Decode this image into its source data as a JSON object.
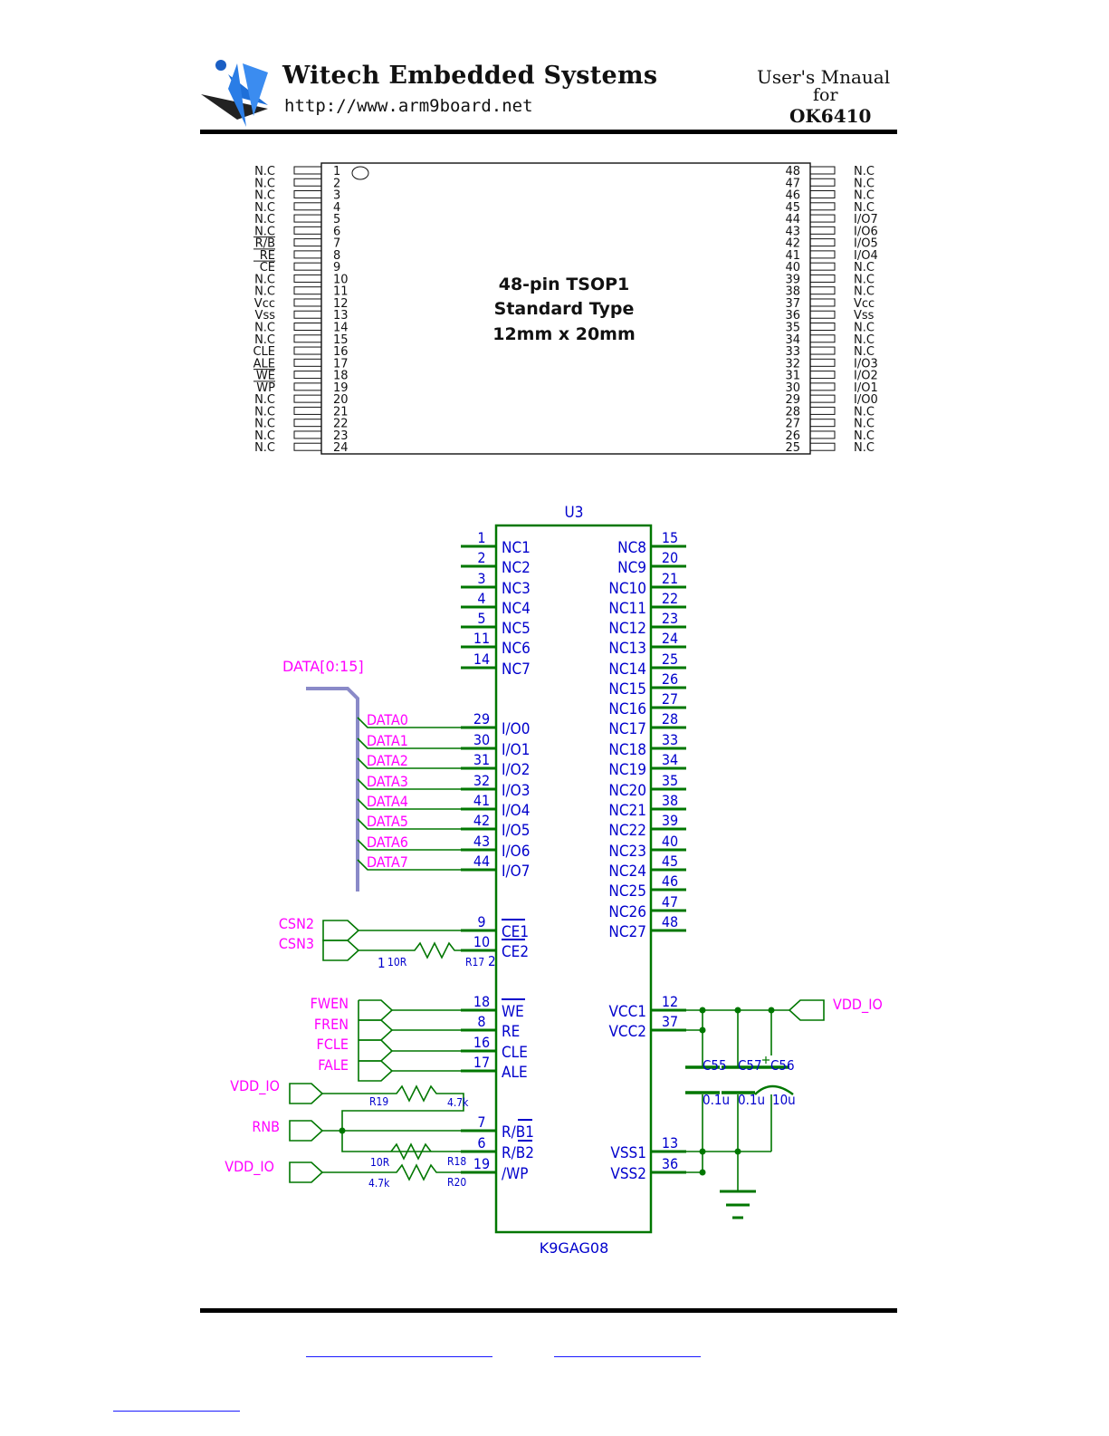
{
  "header": {
    "company": "Witech Embedded Systems",
    "url": "http://www.arm9board.net",
    "manual_line1": "User's Mnaual",
    "manual_line2": "for",
    "product": "OK6410"
  },
  "colors": {
    "schematic_wire": "#007700",
    "schematic_text": "#0000cc",
    "net_label": "#ff00ff",
    "bus": "#8a8ac8"
  },
  "tsop": {
    "package": "48-pin TSOP1",
    "type": "Standard Type",
    "size": "12mm x 20mm",
    "left_pins": [
      {
        "num": "1",
        "name": "N.C"
      },
      {
        "num": "2",
        "name": "N.C"
      },
      {
        "num": "3",
        "name": "N.C"
      },
      {
        "num": "4",
        "name": "N.C"
      },
      {
        "num": "5",
        "name": "N.C"
      },
      {
        "num": "6",
        "name": "N.C"
      },
      {
        "num": "7",
        "name": "R/B"
      },
      {
        "num": "8",
        "name": "RE"
      },
      {
        "num": "9",
        "name": "CE"
      },
      {
        "num": "10",
        "name": "N.C"
      },
      {
        "num": "11",
        "name": "N.C"
      },
      {
        "num": "12",
        "name": "Vcc"
      },
      {
        "num": "13",
        "name": "Vss"
      },
      {
        "num": "14",
        "name": "N.C"
      },
      {
        "num": "15",
        "name": "N.C"
      },
      {
        "num": "16",
        "name": "CLE"
      },
      {
        "num": "17",
        "name": "ALE"
      },
      {
        "num": "18",
        "name": "WE"
      },
      {
        "num": "19",
        "name": "WP"
      },
      {
        "num": "20",
        "name": "N.C"
      },
      {
        "num": "21",
        "name": "N.C"
      },
      {
        "num": "22",
        "name": "N.C"
      },
      {
        "num": "23",
        "name": "N.C"
      },
      {
        "num": "24",
        "name": "N.C"
      }
    ],
    "right_pins": [
      {
        "num": "48",
        "name": "N.C"
      },
      {
        "num": "47",
        "name": "N.C"
      },
      {
        "num": "46",
        "name": "N.C"
      },
      {
        "num": "45",
        "name": "N.C"
      },
      {
        "num": "44",
        "name": "I/O7"
      },
      {
        "num": "43",
        "name": "I/O6"
      },
      {
        "num": "42",
        "name": "I/O5"
      },
      {
        "num": "41",
        "name": "I/O4"
      },
      {
        "num": "40",
        "name": "N.C"
      },
      {
        "num": "39",
        "name": "N.C"
      },
      {
        "num": "38",
        "name": "N.C"
      },
      {
        "num": "37",
        "name": "Vcc"
      },
      {
        "num": "36",
        "name": "Vss"
      },
      {
        "num": "35",
        "name": "N.C"
      },
      {
        "num": "34",
        "name": "N.C"
      },
      {
        "num": "33",
        "name": "N.C"
      },
      {
        "num": "32",
        "name": "I/O3"
      },
      {
        "num": "31",
        "name": "I/O2"
      },
      {
        "num": "30",
        "name": "I/O1"
      },
      {
        "num": "29",
        "name": "I/O0"
      },
      {
        "num": "28",
        "name": "N.C"
      },
      {
        "num": "27",
        "name": "N.C"
      },
      {
        "num": "26",
        "name": "N.C"
      },
      {
        "num": "25",
        "name": "N.C"
      }
    ]
  },
  "schematic": {
    "ref": "U3",
    "part": "K9GAG08",
    "left_pins": [
      {
        "num": "1",
        "name": "NC1"
      },
      {
        "num": "2",
        "name": "NC2"
      },
      {
        "num": "3",
        "name": "NC3"
      },
      {
        "num": "4",
        "name": "NC4"
      },
      {
        "num": "5",
        "name": "NC5"
      },
      {
        "num": "11",
        "name": "NC6"
      },
      {
        "num": "14",
        "name": "NC7"
      },
      {
        "num": "29",
        "name": "I/O0"
      },
      {
        "num": "30",
        "name": "I/O1"
      },
      {
        "num": "31",
        "name": "I/O2"
      },
      {
        "num": "32",
        "name": "I/O3"
      },
      {
        "num": "41",
        "name": "I/O4"
      },
      {
        "num": "42",
        "name": "I/O5"
      },
      {
        "num": "43",
        "name": "I/O6"
      },
      {
        "num": "44",
        "name": "I/O7"
      },
      {
        "num": "9",
        "name": "CE1"
      },
      {
        "num": "10",
        "name": "CE2"
      },
      {
        "num": "18",
        "name": "WE"
      },
      {
        "num": "8",
        "name": "RE"
      },
      {
        "num": "16",
        "name": "CLE"
      },
      {
        "num": "17",
        "name": "ALE"
      },
      {
        "num": "7",
        "name": "R/B1"
      },
      {
        "num": "6",
        "name": "R/B2"
      },
      {
        "num": "19",
        "name": "/WP"
      }
    ],
    "right_pins": [
      {
        "num": "15",
        "name": "NC8"
      },
      {
        "num": "20",
        "name": "NC9"
      },
      {
        "num": "21",
        "name": "NC10"
      },
      {
        "num": "22",
        "name": "NC11"
      },
      {
        "num": "23",
        "name": "NC12"
      },
      {
        "num": "24",
        "name": "NC13"
      },
      {
        "num": "25",
        "name": "NC14"
      },
      {
        "num": "26",
        "name": "NC15"
      },
      {
        "num": "27",
        "name": "NC16"
      },
      {
        "num": "28",
        "name": "NC17"
      },
      {
        "num": "33",
        "name": "NC18"
      },
      {
        "num": "34",
        "name": "NC19"
      },
      {
        "num": "35",
        "name": "NC20"
      },
      {
        "num": "38",
        "name": "NC21"
      },
      {
        "num": "39",
        "name": "NC22"
      },
      {
        "num": "40",
        "name": "NC23"
      },
      {
        "num": "45",
        "name": "NC24"
      },
      {
        "num": "46",
        "name": "NC25"
      },
      {
        "num": "47",
        "name": "NC26"
      },
      {
        "num": "48",
        "name": "NC27"
      },
      {
        "num": "12",
        "name": "VCC1"
      },
      {
        "num": "37",
        "name": "VCC2"
      },
      {
        "num": "13",
        "name": "VSS1"
      },
      {
        "num": "36",
        "name": "VSS2"
      }
    ],
    "bus_label": "DATA[0:15]",
    "data_nets": [
      "DATA0",
      "DATA1",
      "DATA2",
      "DATA3",
      "DATA4",
      "DATA5",
      "DATA6",
      "DATA7"
    ],
    "ports": {
      "csn2": "CSN2",
      "csn3": "CSN3",
      "fwen": "FWEN",
      "fren": "FREN",
      "fcle": "FCLE",
      "fale": "FALE",
      "vdd_io_left1": "VDD_IO",
      "rnb": "RNB",
      "vdd_io_left2": "VDD_IO",
      "vdd_io_right": "VDD_IO"
    },
    "resistors": {
      "r17": {
        "ref": "R17",
        "value": "10R",
        "pin1": "1",
        "pin2": "2"
      },
      "r19": {
        "ref": "R19",
        "value": "4.7k"
      },
      "r18": {
        "ref": "R18",
        "value": "10R"
      },
      "r20": {
        "ref": "R20",
        "value": "4.7k"
      }
    },
    "capacitors": [
      {
        "ref": "C55",
        "value": "0.1u"
      },
      {
        "ref": "C57",
        "value": "0.1u"
      },
      {
        "ref": "C56",
        "value": "10u"
      }
    ]
  }
}
